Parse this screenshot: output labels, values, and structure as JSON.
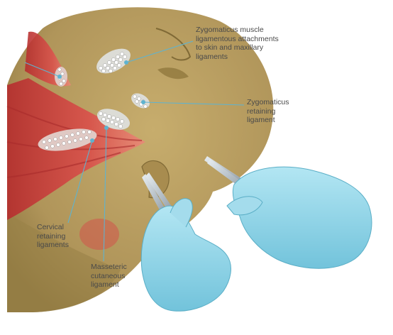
{
  "labels": {
    "zygomaticus_muscle": "Zygomaticus muscle\nligamentous attachments\nto skin and maxillary\nligaments",
    "zygomaticus_retaining": "Zygomaticus\nretaining\nligament",
    "cervical_retaining": "Cervical\nretaining\nligaments",
    "masseteric_cutaneous": "Masseteric\ncutaneous\nligament"
  },
  "colors": {
    "skin": "#b59a5c",
    "skin_shadow": "#8f7840",
    "muscle": "#c8413e",
    "glove": "#8ed3e6",
    "leader_line": "#5fb3cf",
    "text": "#4a4a4a"
  }
}
